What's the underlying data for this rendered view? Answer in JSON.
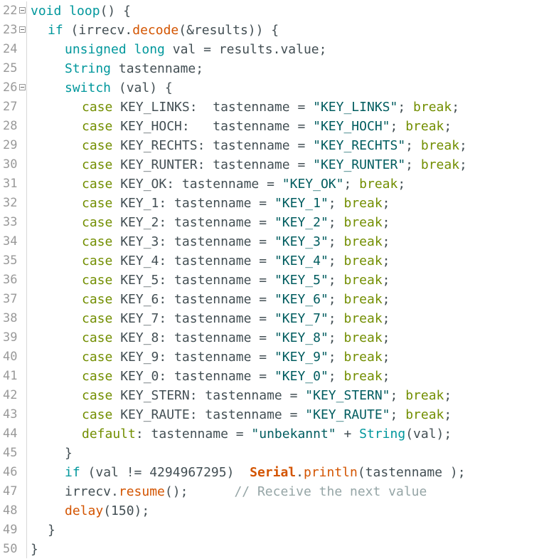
{
  "editor": {
    "lines": [
      {
        "num": "22",
        "fold": true,
        "indent": 0,
        "tokens": [
          {
            "t": "void",
            "c": "kw"
          },
          {
            "t": " "
          },
          {
            "t": "loop",
            "c": "kw"
          },
          {
            "t": "() {"
          }
        ]
      },
      {
        "num": "23",
        "fold": true,
        "indent": 1,
        "tokens": [
          {
            "t": "if",
            "c": "kw"
          },
          {
            "t": " (irrecv."
          },
          {
            "t": "decode",
            "c": "fn"
          },
          {
            "t": "(&results)) {"
          }
        ]
      },
      {
        "num": "24",
        "fold": false,
        "indent": 2,
        "tokens": [
          {
            "t": "unsigned",
            "c": "kw"
          },
          {
            "t": " "
          },
          {
            "t": "long",
            "c": "kw"
          },
          {
            "t": " val = results.value;"
          }
        ]
      },
      {
        "num": "25",
        "fold": false,
        "indent": 2,
        "tokens": [
          {
            "t": "String",
            "c": "kw"
          },
          {
            "t": " tastenname;"
          }
        ]
      },
      {
        "num": "26",
        "fold": true,
        "indent": 2,
        "tokens": [
          {
            "t": "switch",
            "c": "kw"
          },
          {
            "t": " (val) {"
          }
        ]
      },
      {
        "num": "27",
        "fold": false,
        "indent": 3,
        "tokens": [
          {
            "t": "case",
            "c": "cs"
          },
          {
            "t": " KEY_LINKS:  tastenname = "
          },
          {
            "t": "\"KEY_LINKS\"",
            "c": "str"
          },
          {
            "t": "; "
          },
          {
            "t": "break",
            "c": "cs"
          },
          {
            "t": ";"
          }
        ]
      },
      {
        "num": "28",
        "fold": false,
        "indent": 3,
        "tokens": [
          {
            "t": "case",
            "c": "cs"
          },
          {
            "t": " KEY_HOCH:   tastenname = "
          },
          {
            "t": "\"KEY_HOCH\"",
            "c": "str"
          },
          {
            "t": "; "
          },
          {
            "t": "break",
            "c": "cs"
          },
          {
            "t": ";"
          }
        ]
      },
      {
        "num": "29",
        "fold": false,
        "indent": 3,
        "tokens": [
          {
            "t": "case",
            "c": "cs"
          },
          {
            "t": " KEY_RECHTS: tastenname = "
          },
          {
            "t": "\"KEY_RECHTS\"",
            "c": "str"
          },
          {
            "t": "; "
          },
          {
            "t": "break",
            "c": "cs"
          },
          {
            "t": ";"
          }
        ]
      },
      {
        "num": "30",
        "fold": false,
        "indent": 3,
        "tokens": [
          {
            "t": "case",
            "c": "cs"
          },
          {
            "t": " KEY_RUNTER: tastenname = "
          },
          {
            "t": "\"KEY_RUNTER\"",
            "c": "str"
          },
          {
            "t": "; "
          },
          {
            "t": "break",
            "c": "cs"
          },
          {
            "t": ";"
          }
        ]
      },
      {
        "num": "31",
        "fold": false,
        "indent": 3,
        "tokens": [
          {
            "t": "case",
            "c": "cs"
          },
          {
            "t": " KEY_OK: tastenname = "
          },
          {
            "t": "\"KEY_OK\"",
            "c": "str"
          },
          {
            "t": "; "
          },
          {
            "t": "break",
            "c": "cs"
          },
          {
            "t": ";"
          }
        ]
      },
      {
        "num": "32",
        "fold": false,
        "indent": 3,
        "tokens": [
          {
            "t": "case",
            "c": "cs"
          },
          {
            "t": " KEY_1: tastenname = "
          },
          {
            "t": "\"KEY_1\"",
            "c": "str"
          },
          {
            "t": "; "
          },
          {
            "t": "break",
            "c": "cs"
          },
          {
            "t": ";"
          }
        ]
      },
      {
        "num": "33",
        "fold": false,
        "indent": 3,
        "tokens": [
          {
            "t": "case",
            "c": "cs"
          },
          {
            "t": " KEY_2: tastenname = "
          },
          {
            "t": "\"KEY_2\"",
            "c": "str"
          },
          {
            "t": "; "
          },
          {
            "t": "break",
            "c": "cs"
          },
          {
            "t": ";"
          }
        ]
      },
      {
        "num": "34",
        "fold": false,
        "indent": 3,
        "tokens": [
          {
            "t": "case",
            "c": "cs"
          },
          {
            "t": " KEY_3: tastenname = "
          },
          {
            "t": "\"KEY_3\"",
            "c": "str"
          },
          {
            "t": "; "
          },
          {
            "t": "break",
            "c": "cs"
          },
          {
            "t": ";"
          }
        ]
      },
      {
        "num": "35",
        "fold": false,
        "indent": 3,
        "tokens": [
          {
            "t": "case",
            "c": "cs"
          },
          {
            "t": " KEY_4: tastenname = "
          },
          {
            "t": "\"KEY_4\"",
            "c": "str"
          },
          {
            "t": "; "
          },
          {
            "t": "break",
            "c": "cs"
          },
          {
            "t": ";"
          }
        ]
      },
      {
        "num": "36",
        "fold": false,
        "indent": 3,
        "tokens": [
          {
            "t": "case",
            "c": "cs"
          },
          {
            "t": " KEY_5: tastenname = "
          },
          {
            "t": "\"KEY_5\"",
            "c": "str"
          },
          {
            "t": "; "
          },
          {
            "t": "break",
            "c": "cs"
          },
          {
            "t": ";"
          }
        ]
      },
      {
        "num": "37",
        "fold": false,
        "indent": 3,
        "tokens": [
          {
            "t": "case",
            "c": "cs"
          },
          {
            "t": " KEY_6: tastenname = "
          },
          {
            "t": "\"KEY_6\"",
            "c": "str"
          },
          {
            "t": "; "
          },
          {
            "t": "break",
            "c": "cs"
          },
          {
            "t": ";"
          }
        ]
      },
      {
        "num": "38",
        "fold": false,
        "indent": 3,
        "tokens": [
          {
            "t": "case",
            "c": "cs"
          },
          {
            "t": " KEY_7: tastenname = "
          },
          {
            "t": "\"KEY_7\"",
            "c": "str"
          },
          {
            "t": "; "
          },
          {
            "t": "break",
            "c": "cs"
          },
          {
            "t": ";"
          }
        ]
      },
      {
        "num": "39",
        "fold": false,
        "indent": 3,
        "tokens": [
          {
            "t": "case",
            "c": "cs"
          },
          {
            "t": " KEY_8: tastenname = "
          },
          {
            "t": "\"KEY_8\"",
            "c": "str"
          },
          {
            "t": "; "
          },
          {
            "t": "break",
            "c": "cs"
          },
          {
            "t": ";"
          }
        ]
      },
      {
        "num": "40",
        "fold": false,
        "indent": 3,
        "tokens": [
          {
            "t": "case",
            "c": "cs"
          },
          {
            "t": " KEY_9: tastenname = "
          },
          {
            "t": "\"KEY_9\"",
            "c": "str"
          },
          {
            "t": "; "
          },
          {
            "t": "break",
            "c": "cs"
          },
          {
            "t": ";"
          }
        ]
      },
      {
        "num": "41",
        "fold": false,
        "indent": 3,
        "tokens": [
          {
            "t": "case",
            "c": "cs"
          },
          {
            "t": " KEY_0: tastenname = "
          },
          {
            "t": "\"KEY_0\"",
            "c": "str"
          },
          {
            "t": "; "
          },
          {
            "t": "break",
            "c": "cs"
          },
          {
            "t": ";"
          }
        ]
      },
      {
        "num": "42",
        "fold": false,
        "indent": 3,
        "tokens": [
          {
            "t": "case",
            "c": "cs"
          },
          {
            "t": " KEY_STERN: tastenname = "
          },
          {
            "t": "\"KEY_STERN\"",
            "c": "str"
          },
          {
            "t": "; "
          },
          {
            "t": "break",
            "c": "cs"
          },
          {
            "t": ";"
          }
        ]
      },
      {
        "num": "43",
        "fold": false,
        "indent": 3,
        "tokens": [
          {
            "t": "case",
            "c": "cs"
          },
          {
            "t": " KEY_RAUTE: tastenname = "
          },
          {
            "t": "\"KEY_RAUTE\"",
            "c": "str"
          },
          {
            "t": "; "
          },
          {
            "t": "break",
            "c": "cs"
          },
          {
            "t": ";"
          }
        ]
      },
      {
        "num": "44",
        "fold": false,
        "indent": 3,
        "tokens": [
          {
            "t": "default",
            "c": "cs"
          },
          {
            "t": ": tastenname = "
          },
          {
            "t": "\"unbekannt\"",
            "c": "str"
          },
          {
            "t": " + "
          },
          {
            "t": "String",
            "c": "kw"
          },
          {
            "t": "(val);"
          }
        ]
      },
      {
        "num": "45",
        "fold": false,
        "indent": 2,
        "tokens": [
          {
            "t": "}"
          }
        ]
      },
      {
        "num": "46",
        "fold": false,
        "indent": 2,
        "tokens": [
          {
            "t": "if",
            "c": "kw"
          },
          {
            "t": " (val != 4294967295)  "
          },
          {
            "t": "Serial",
            "c": "sr"
          },
          {
            "t": "."
          },
          {
            "t": "println",
            "c": "fn"
          },
          {
            "t": "(tastenname );"
          }
        ]
      },
      {
        "num": "47",
        "fold": false,
        "indent": 2,
        "tokens": [
          {
            "t": "irrecv."
          },
          {
            "t": "resume",
            "c": "fn"
          },
          {
            "t": "();      "
          },
          {
            "t": "// Receive the next value",
            "c": "cm"
          }
        ]
      },
      {
        "num": "48",
        "fold": false,
        "indent": 2,
        "tokens": [
          {
            "t": "delay",
            "c": "fn"
          },
          {
            "t": "(150);"
          }
        ]
      },
      {
        "num": "49",
        "fold": false,
        "indent": 1,
        "tokens": [
          {
            "t": "}"
          }
        ]
      },
      {
        "num": "50",
        "fold": false,
        "indent": 0,
        "tokens": [
          {
            "t": "}"
          }
        ]
      }
    ]
  }
}
